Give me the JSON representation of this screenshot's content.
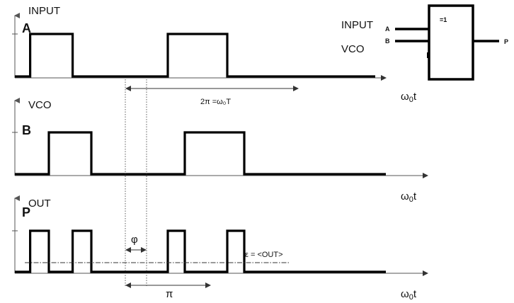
{
  "panels": [
    {
      "key": "input",
      "title": "INPUT",
      "letter": "A",
      "axis_label_main": "ω",
      "axis_label_sub": "0",
      "axis_label_var": "t",
      "low": 0,
      "high": 1,
      "transitions": [
        0.18,
        0.68,
        1.8,
        2.5
      ]
    },
    {
      "key": "vco",
      "title": "VCO",
      "letter": "B",
      "axis_label_main": "ω",
      "axis_label_sub": "0",
      "axis_label_var": "t",
      "low": 0,
      "high": 1,
      "transitions": [
        0.4,
        0.9,
        2.0,
        2.7
      ]
    },
    {
      "key": "out",
      "title": "OUT",
      "letter": "P",
      "axis_label_main": "ω",
      "axis_label_sub": "0",
      "axis_label_var": "t",
      "low": 0,
      "high": 1,
      "transitions": [
        0.18,
        0.4,
        0.68,
        0.9,
        1.8,
        2.0,
        2.5,
        2.7
      ]
    }
  ],
  "annotations": {
    "period_label": "2π =ω₀T",
    "phase_label": "φ",
    "half_period_label": "π",
    "average_label": "ε = <OUT>"
  },
  "gate": {
    "symbol": "=1",
    "input_a_label": "INPUT",
    "input_b_label": "VCO",
    "pin_a": "A",
    "pin_b": "B",
    "pin_out": "P"
  }
}
